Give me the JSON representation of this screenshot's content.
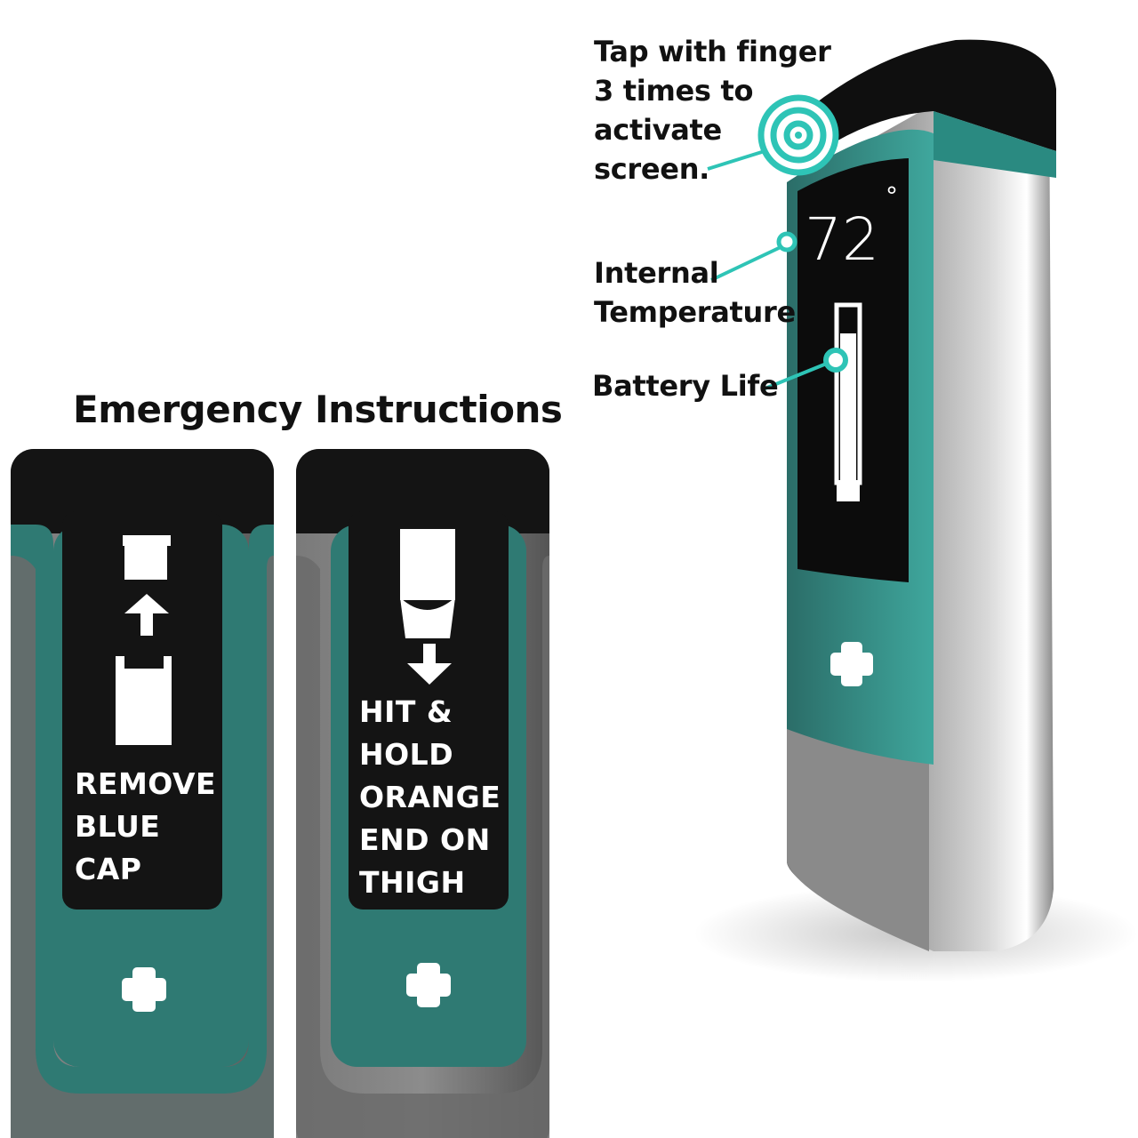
{
  "heading": "Emergency Instructions",
  "callouts": {
    "tap": [
      "Tap with finger",
      "3 times to",
      "activate",
      "screen."
    ],
    "temperature_label": [
      "Internal",
      "Temperature"
    ],
    "battery_label": "Battery Life"
  },
  "display": {
    "temperature_value": "72",
    "degree_symbol": "°"
  },
  "pens": [
    {
      "instruction": [
        "REMOVE",
        "BLUE",
        "CAP"
      ]
    },
    {
      "instruction": [
        "HIT &",
        "HOLD",
        "ORANGE",
        "END ON",
        "THIGH"
      ]
    }
  ],
  "colors": {
    "teal": "#2f7a73",
    "teal_accent": "#2ec4b6",
    "black": "#121212",
    "grey": "#6f6f6f",
    "silver": "#9a9a9a"
  },
  "icons": [
    "cross-icon",
    "tap-ring-icon",
    "battery-icon",
    "cap-icon",
    "arrow-up-icon",
    "arrow-down-icon",
    "injector-icon"
  ]
}
